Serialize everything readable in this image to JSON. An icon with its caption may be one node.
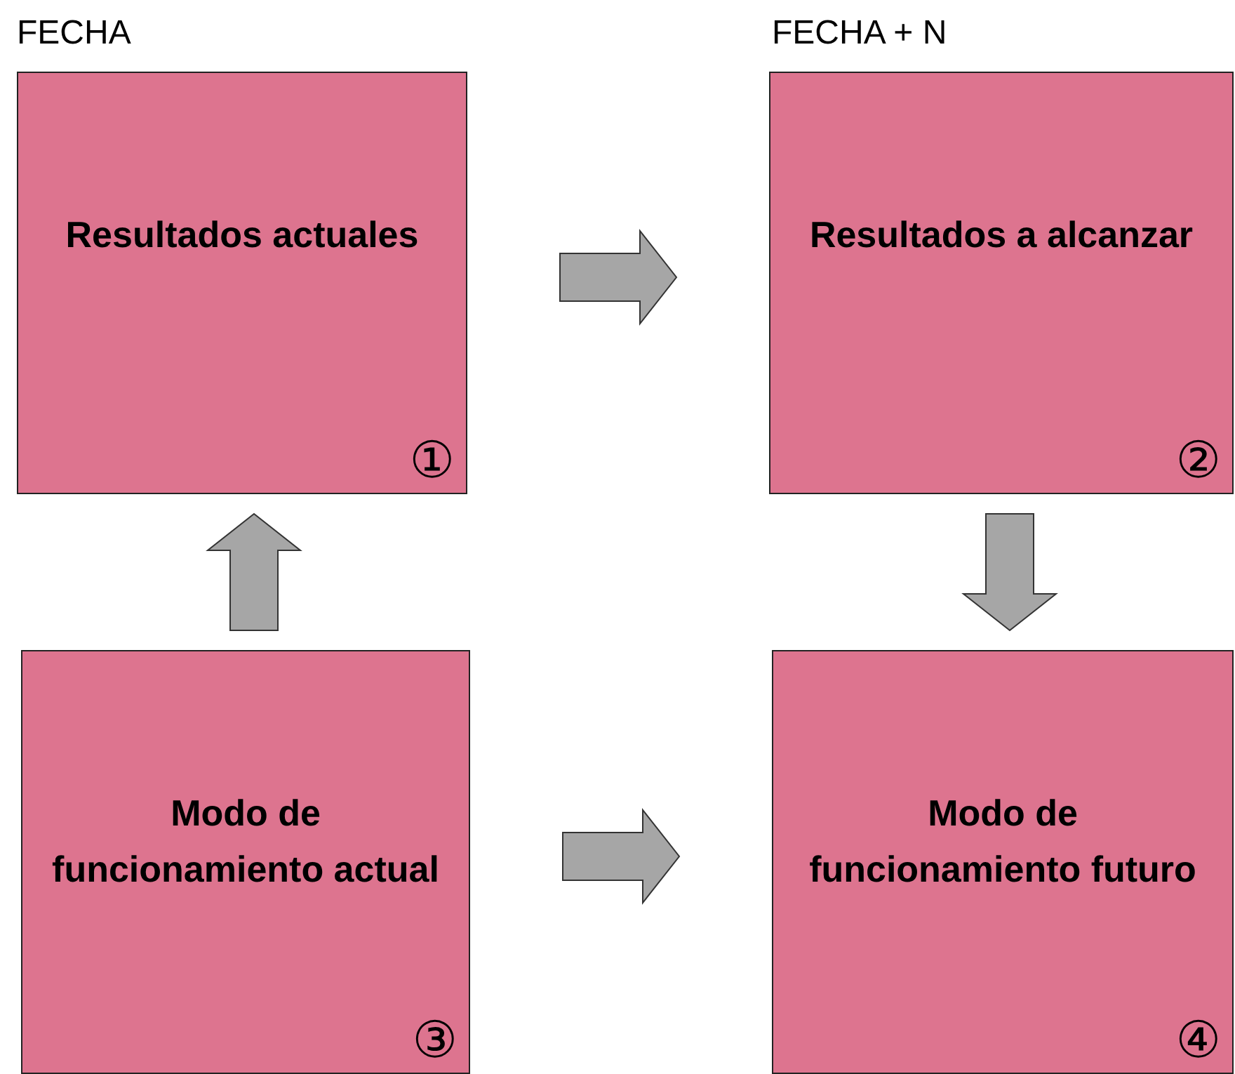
{
  "diagram": {
    "nodes": [
      {
        "text": [
          "Resultados actuales",
          "①"
        ]
      },
      {
        "text": [
          "Resultados a alcanzar",
          "②"
        ]
      },
      {
        "text": [
          "Modo de funcionamiento actual",
          "③"
        ]
      },
      {
        "text": [
          "Modo de funcionamiento futuro",
          "④"
        ]
      }
    ],
    "edges": [
      {
        "from": 0,
        "to": 1,
        "arrow": "to"
      },
      {
        "from": 2,
        "to": 0,
        "arrow": "to"
      },
      {
        "from": 1,
        "to": 3,
        "arrow": "to"
      },
      {
        "from": 2,
        "to": 3,
        "arrow": "to"
      }
    ],
    "labels": [
      "FECHA",
      "FECHA + N"
    ]
  }
}
